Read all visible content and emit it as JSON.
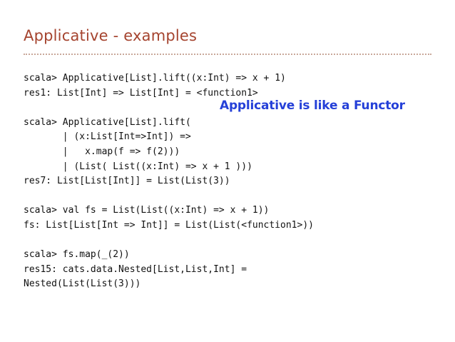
{
  "slide": {
    "title": "Applicative - examples",
    "callout": "Applicative is like a Functor",
    "code_lines": [
      "scala> Applicative[List].lift((x:Int) => x + 1)",
      "res1: List[Int] => List[Int] = <function1>",
      "",
      "scala> Applicative[List].lift(",
      "       | (x:List[Int=>Int]) =>",
      "       |   x.map(f => f(2)))",
      "       | (List( List((x:Int) => x + 1 )))",
      "res7: List[List[Int]] = List(List(3))",
      "",
      "scala> val fs = List(List((x:Int) => x + 1))",
      "fs: List[List[Int => Int]] = List(List(<function1>))",
      "",
      "scala> fs.map(_(2))",
      "res15: cats.data.Nested[List,List,Int] =",
      "Nested(List(List(3)))"
    ]
  }
}
